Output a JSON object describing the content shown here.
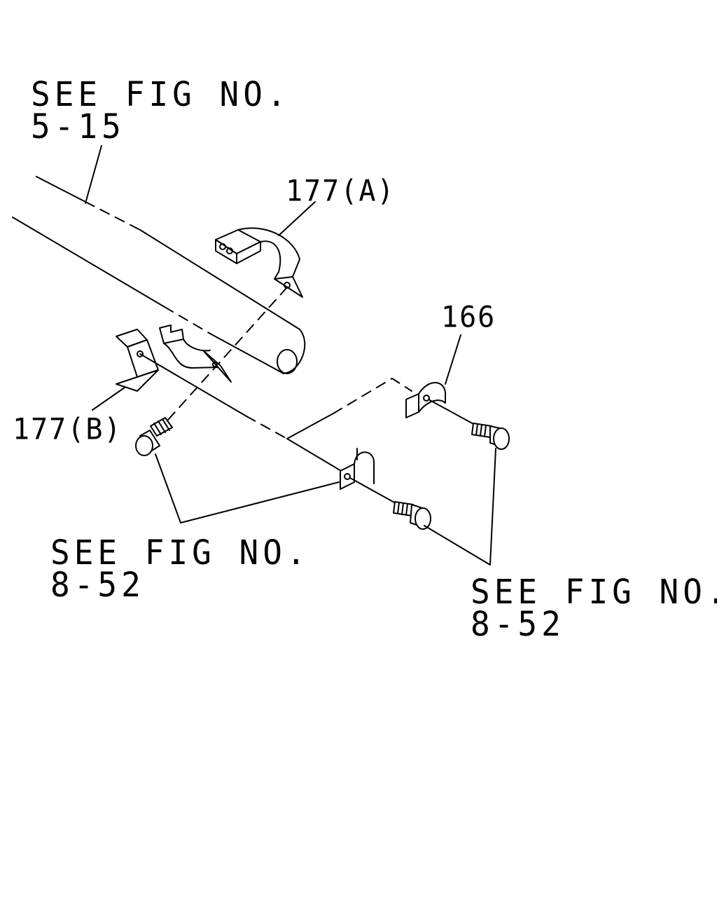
{
  "labels": {
    "ref_top_line1": "SEE FIG NO.",
    "ref_top_line2": "5-15",
    "ref_bl_line1": "SEE FIG NO.",
    "ref_bl_line2": "8-52",
    "ref_br_line1": "SEE FIG NO.",
    "ref_br_line2": "8-52",
    "part_177a": "177(A)",
    "part_177b": "177(B)",
    "part_166": "166"
  },
  "colors": {
    "ink": "#000000",
    "paper": "#ffffff"
  }
}
